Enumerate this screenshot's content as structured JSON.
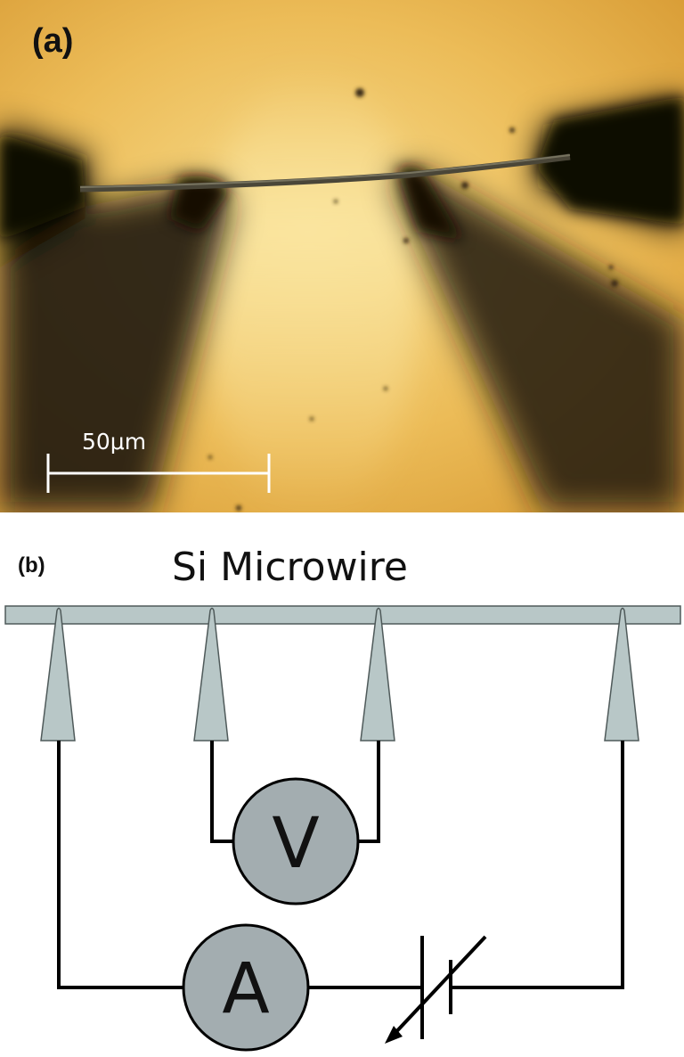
{
  "panel_a": {
    "label": "(a)",
    "scale_bar_label": "50μm"
  },
  "panel_b": {
    "label": "(b)",
    "title": "Si Microwire",
    "voltmeter_symbol": "V",
    "ammeter_symbol": "A"
  },
  "colors": {
    "microscope_background": "#e8b24a",
    "microscope_highlight": "#f6d98a",
    "probe_shadow": "#1a1208",
    "wire_bar": "#b8c7c7",
    "probe_fill": "#b8c7c7",
    "meter_fill": "#a3adb0",
    "circuit_line": "#000000"
  }
}
